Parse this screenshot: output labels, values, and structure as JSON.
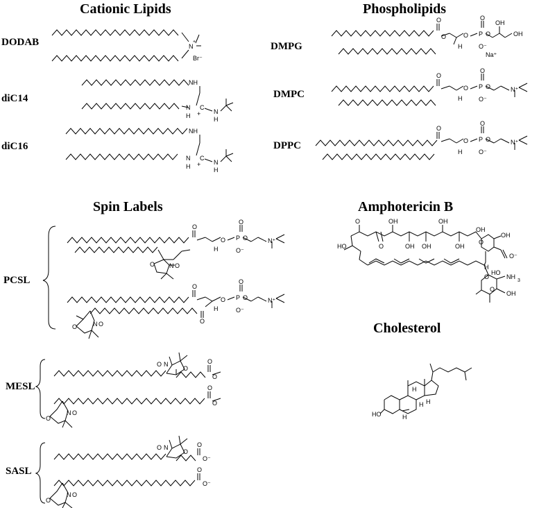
{
  "headings": {
    "cationic": "Cationic Lipids",
    "phospho": "Phospholipids",
    "spin": "Spin Labels",
    "ampho": "Amphotericin B",
    "chol": "Cholesterol"
  },
  "labels": {
    "dodab": "DODAB",
    "dic14": "diC14",
    "dic16": "diC16",
    "dmpg": "DMPG",
    "dmpc": "DMPC",
    "dppc": "DPPC",
    "pcsl": "PCSL",
    "mesl": "MESL",
    "sasl": "SASL"
  },
  "atoms": {
    "n": "N",
    "nh": "NH",
    "h": "H",
    "o": "O",
    "p": "P",
    "c": "C",
    "oh": "OH",
    "ho": "HO",
    "nh3": "NH",
    "br": "Br⁻",
    "na": "Na⁺",
    "plus": "+",
    "ominus": "O⁻",
    "nplus": "N⁺",
    "nrad": "N",
    "orad": "O"
  }
}
